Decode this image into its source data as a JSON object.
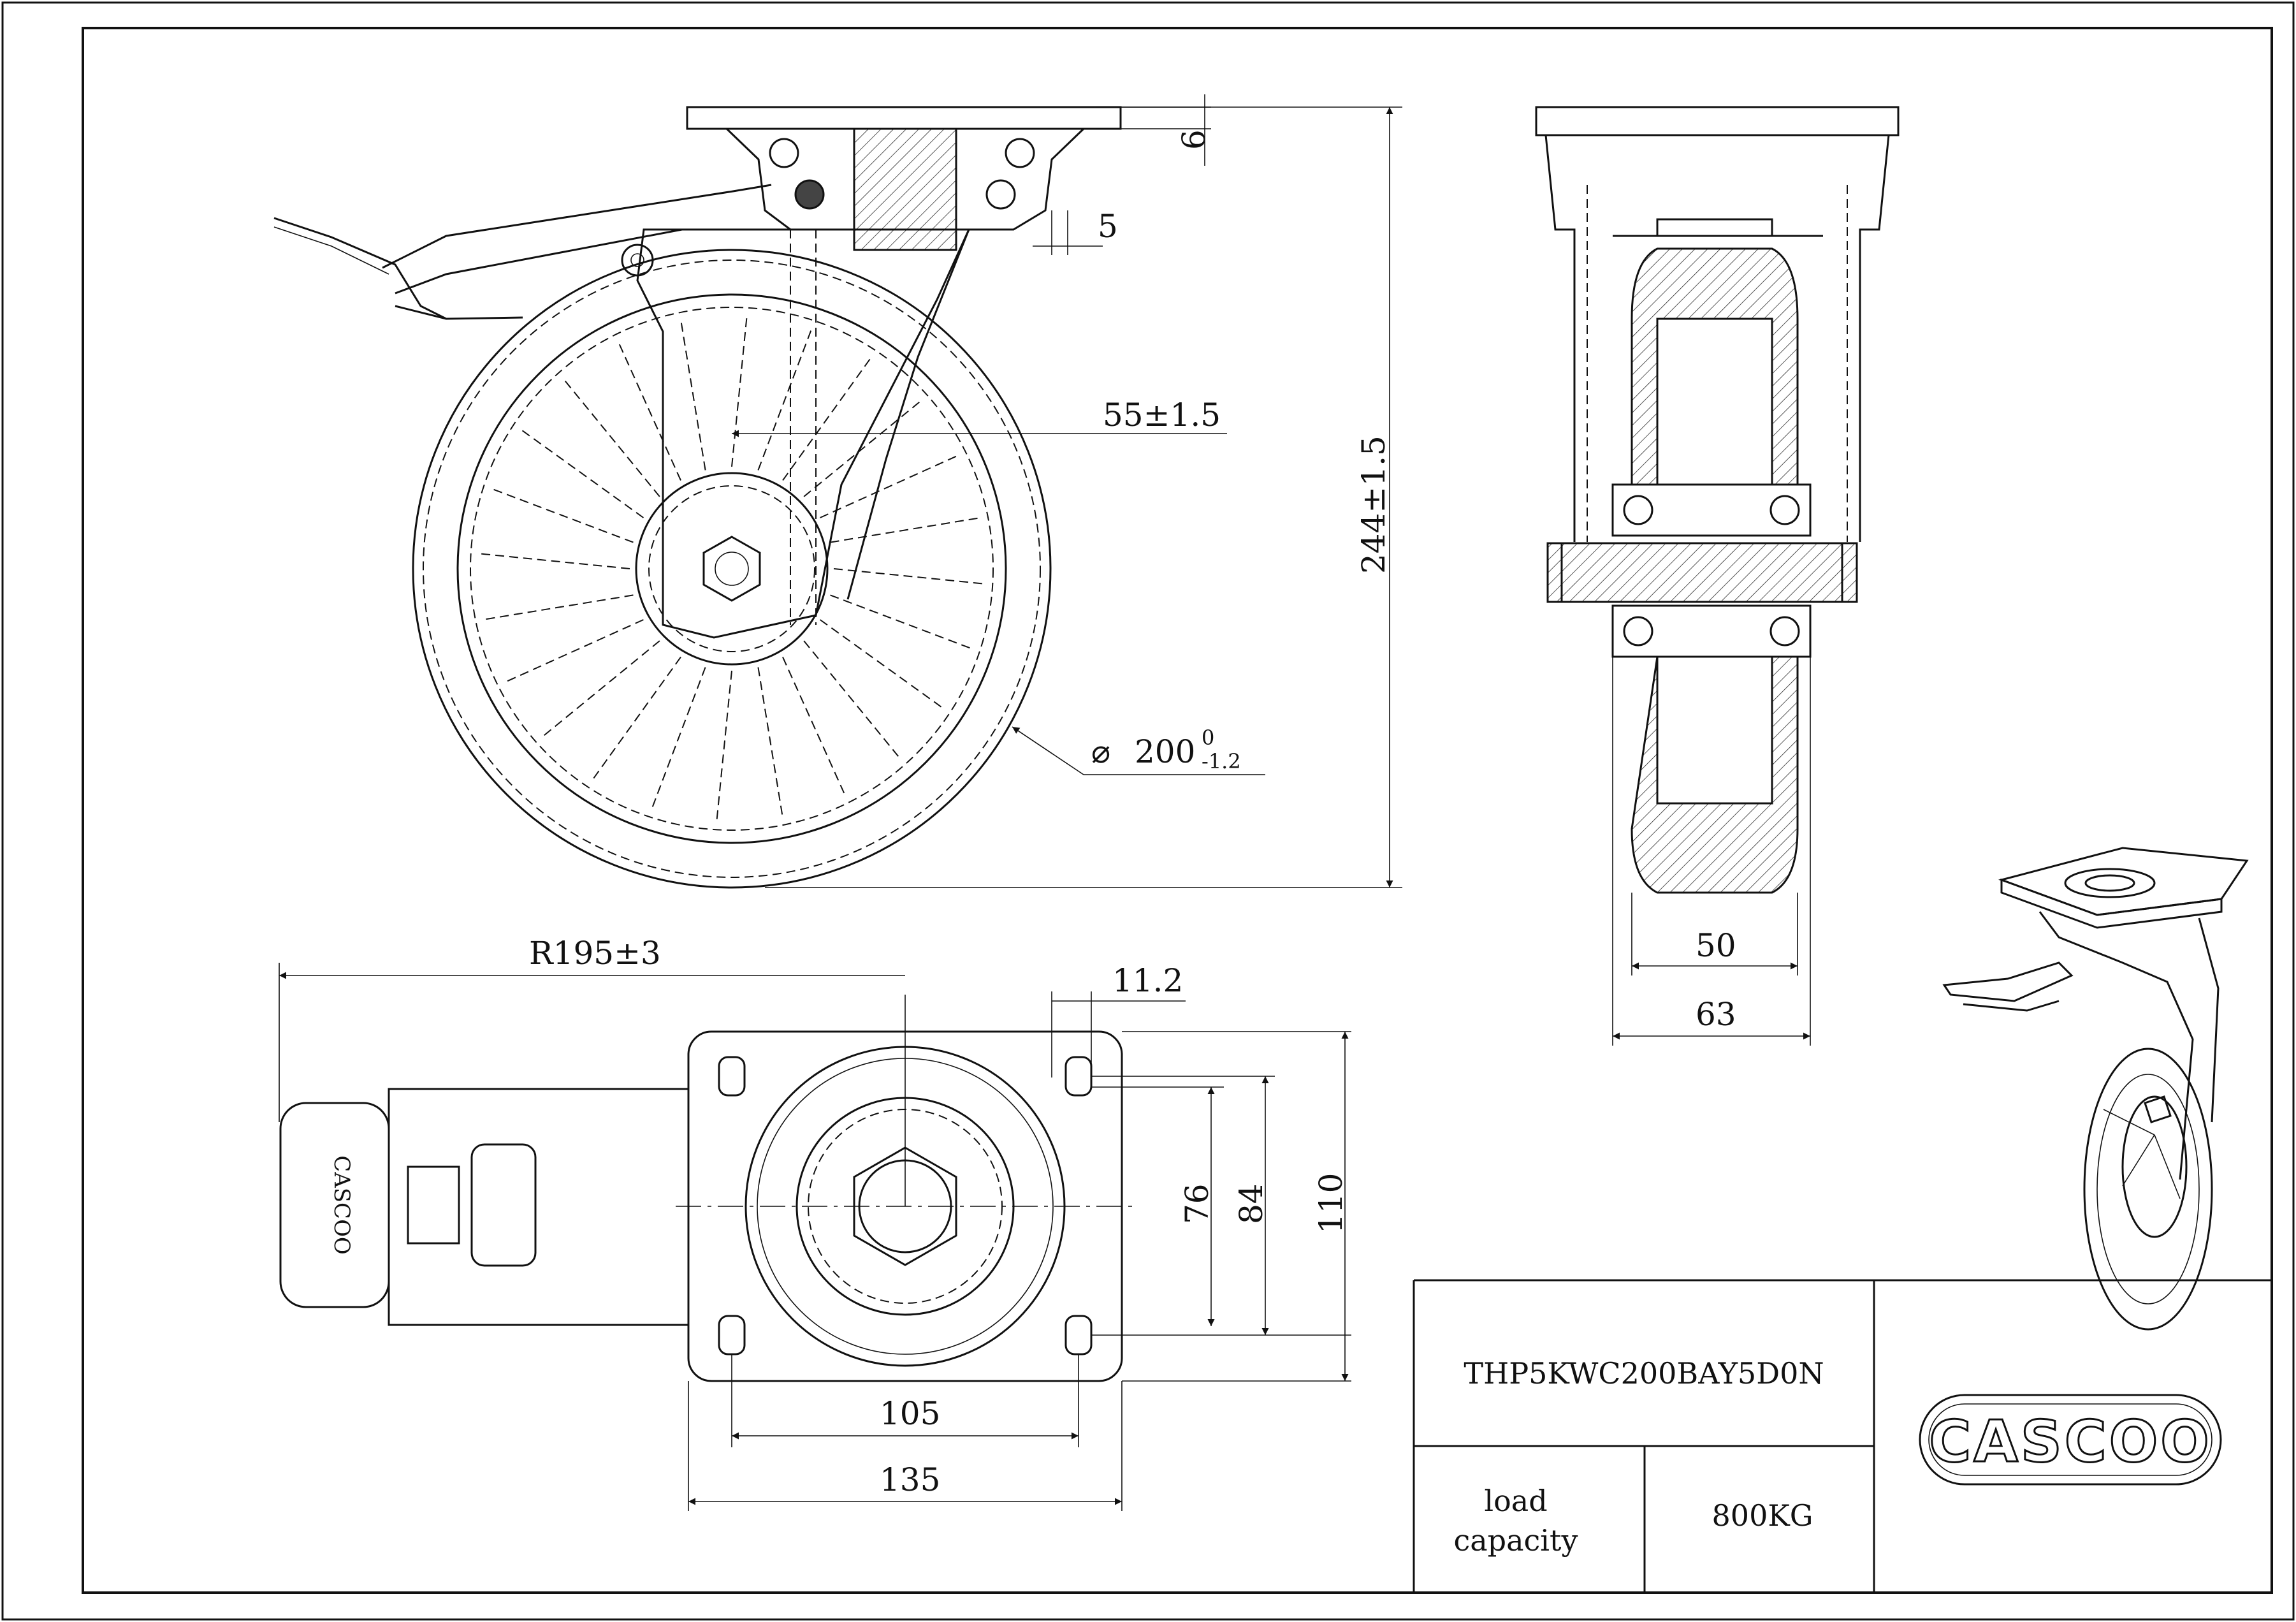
{
  "drawing": {
    "dimensions": {
      "mount_height_top": "6",
      "mount_height_lower": "5",
      "offset": "55±1.5",
      "overall_height": "244±1.5",
      "wheel_diameter": "200",
      "wheel_tol_upper": "0",
      "wheel_tol_lower": "-1.2",
      "swivel_radius": "R195±3",
      "slot_width": "11.2",
      "bolt_spacing_y_inner": "76",
      "bolt_spacing_y": "84",
      "plate_height": "110",
      "bolt_spacing_x": "105",
      "plate_width": "135",
      "tread_width": "50",
      "hub_length": "63"
    },
    "brake_label": "CASCOO",
    "wheel_spoke_count": 24
  },
  "title_block": {
    "model_code": "THP5KWC200BAY5D0N",
    "load_label_line1": "load",
    "load_label_line2": "capacity",
    "load_value": "800KG",
    "logo_text": "CASCOO"
  }
}
